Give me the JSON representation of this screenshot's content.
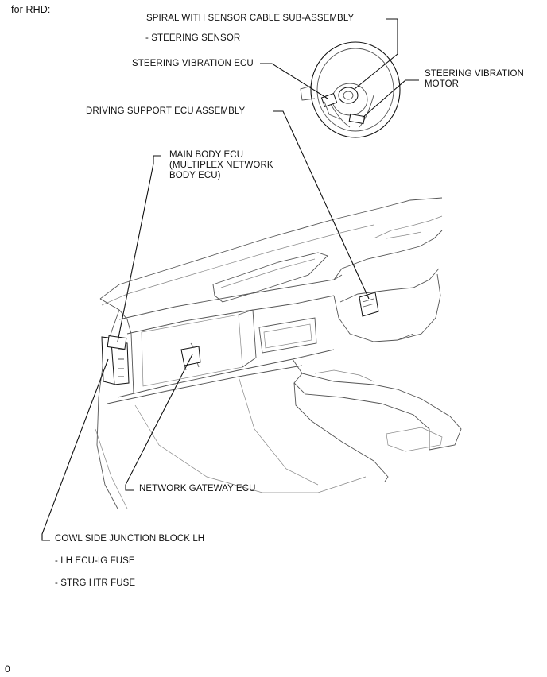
{
  "header": "for RHD:",
  "footer": "0",
  "labels": {
    "spiral": "SPIRAL WITH SENSOR CABLE SUB-ASSEMBLY",
    "spiral_sub": "- STEERING SENSOR",
    "steering_ecu": "STEERING VIBRATION ECU",
    "steering_motor": [
      "STEERING VIBRATION",
      "MOTOR"
    ],
    "driving_support": "DRIVING SUPPORT ECU ASSEMBLY",
    "main_body": [
      "MAIN BODY ECU",
      "(MULTIPLEX NETWORK",
      "BODY ECU)"
    ],
    "gateway": "NETWORK GATEWAY ECU",
    "cowl": "COWL SIDE JUNCTION BLOCK LH",
    "cowl_fuse1": "- LH ECU-IG FUSE",
    "cowl_fuse2": "- STRG HTR FUSE"
  }
}
